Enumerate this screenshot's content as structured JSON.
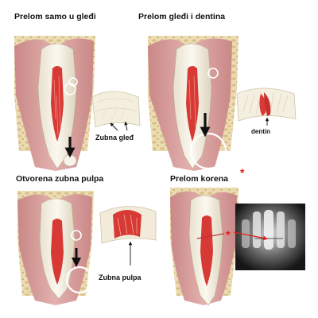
{
  "panels": {
    "top_left": {
      "title": "Prelom samo u gleđi",
      "callout_label": "Zubna gleđ"
    },
    "top_right": {
      "title": "Prelom gleđi i dentina",
      "callout_label": "dentin"
    },
    "bottom_left": {
      "title": "Otvorena zubna pulpa",
      "callout_label": "Zubna pulpa"
    },
    "bottom_right": {
      "title": "Prelom korena",
      "title_mark": "*",
      "xray_mark": "*"
    }
  },
  "colors": {
    "gum": "#d9a1a0",
    "bone": "#e9d7ad",
    "enamel": "#f7f3e8",
    "pulp": "#d73a34",
    "arrow": "#111111",
    "star": "#e0201a"
  }
}
